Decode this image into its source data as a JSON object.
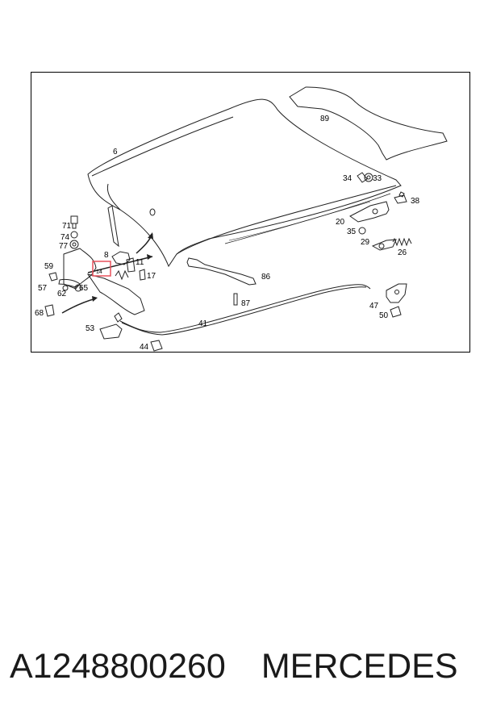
{
  "diagram": {
    "callouts": {
      "c6": "6",
      "c89": "89",
      "c34": "34",
      "c33": "33",
      "c38": "38",
      "c20": "20",
      "c35": "35",
      "c29": "29",
      "c26": "26",
      "c71": "71",
      "c74": "74",
      "c77": "77",
      "c59": "59",
      "c57": "57",
      "c8": "8",
      "c11": "11",
      "c17": "17",
      "c14": "14",
      "c62": "62",
      "c65": "65",
      "c86": "86",
      "c87": "87",
      "c68": "68",
      "c41": "41",
      "c47": "47",
      "c50": "50",
      "c53": "53",
      "c44": "44"
    },
    "highlight_color": "#e8505b",
    "line_color": "#222222"
  },
  "footer": {
    "part_number": "A1248800260",
    "brand": "MERCEDES"
  }
}
